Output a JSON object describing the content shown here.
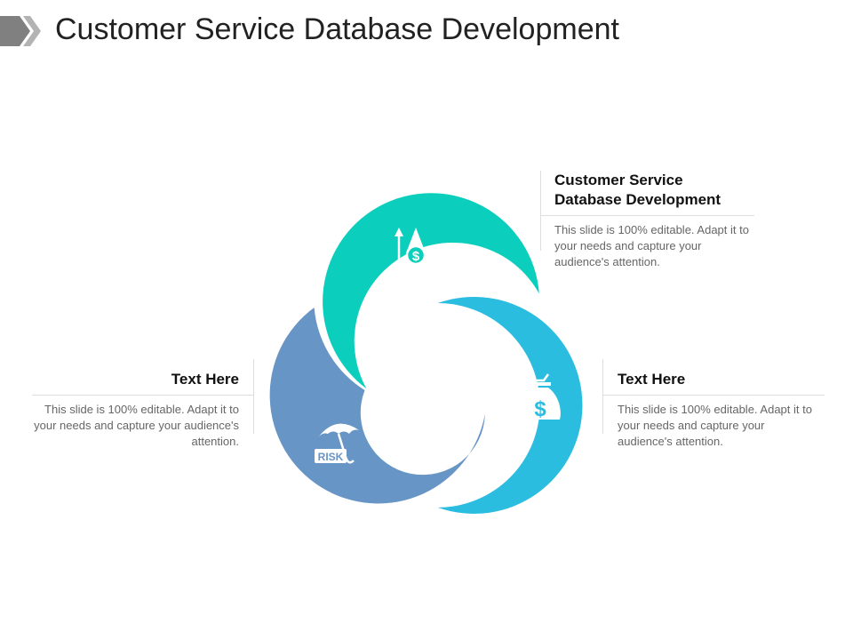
{
  "title": "Customer Service Database Development",
  "colors": {
    "teal": "#0bcfbc",
    "cyan": "#2bbde0",
    "blue": "#6795c6",
    "title_arrow_dark": "#808080",
    "title_arrow_light": "#b3b3b3"
  },
  "segments": [
    {
      "id": "top",
      "color": "#0bcfbc",
      "icon": "chart-dollar-icon"
    },
    {
      "id": "right",
      "color": "#2bbde0",
      "icon": "money-bag-icon"
    },
    {
      "id": "left",
      "color": "#6795c6",
      "icon": "umbrella-risk-icon",
      "icon_label": "RISK"
    }
  ],
  "callouts": {
    "top": {
      "heading_line1": "Customer Service",
      "heading_line2": "Database Development",
      "description": "This slide is 100% editable. Adapt it to your needs and capture your audience's attention."
    },
    "right": {
      "heading": "Text Here",
      "description": "This slide is 100% editable. Adapt it to your needs and capture your audience's attention."
    },
    "left": {
      "heading": "Text Here",
      "description": "This slide is 100% editable. Adapt it to your needs and capture your audience's attention."
    }
  }
}
